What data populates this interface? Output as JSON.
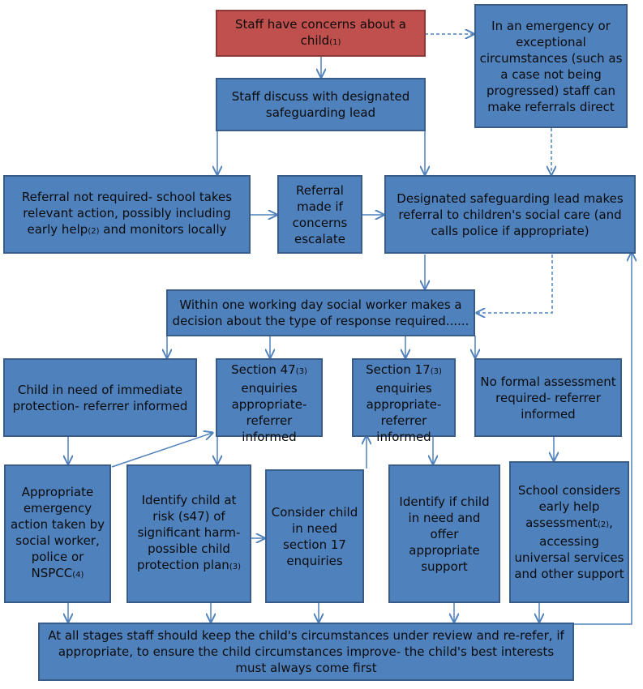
{
  "nodes": {
    "n1": "Staff have concerns about a child",
    "n1_ref": "(1)",
    "n2": "In an emergency or exceptional circumstances (such as a case not being progressed) staff can make referrals direct",
    "n3": "Staff discuss with designated safeguarding lead",
    "n4": "Referral not required- school takes relevant action, possibly including early help",
    "n4_ref": "(2)",
    "n4_tail": " and monitors locally",
    "n5": "Referral made if concerns escalate",
    "n6": "Designated safeguarding lead makes referral to children's social care (and calls police if appropriate)",
    "n7": "Within one working day social worker makes a decision about the type of response required......",
    "n8": "Child in need of immediate protection- referrer informed",
    "n9": "Section 47",
    "n9_ref": "(3)",
    "n9_tail": " enquiries appropriate- referrer informed",
    "n10": "Section 17",
    "n10_ref": "(3)",
    "n10_tail": " enquiries appropriate- referrer informed",
    "n11": "No formal assessment required- referrer informed",
    "n12": "Appropriate emergency action taken by social worker, police or NSPCC",
    "n12_ref": "(4)",
    "n13": "Identify child at risk (s47) of significant harm- possible child protection plan",
    "n13_ref": "(3)",
    "n14": "Consider child in need section 17 enquiries",
    "n15": "Identify if child in need and offer appropriate support",
    "n16": "School considers early help assessment",
    "n16_ref": "(2)",
    "n16_tail": ", accessing universal services and other support",
    "n17": "At all stages staff should keep the child's circumstances under review and re-refer, if appropriate, to ensure the child circumstances improve- the child's best interests must always come first"
  },
  "colors": {
    "box_fill": "#4f81bd",
    "box_border": "#385d8a",
    "start_fill": "#c0504d",
    "arrow": "#4f81bd"
  }
}
